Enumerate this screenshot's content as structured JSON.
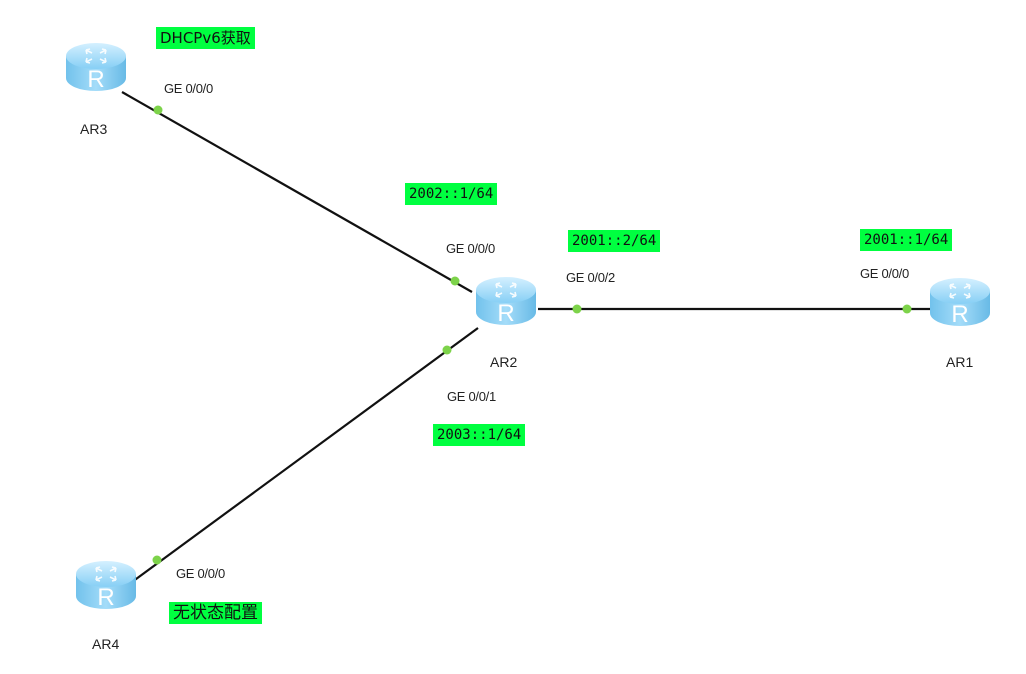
{
  "diagram": {
    "devices": [
      {
        "id": "AR1",
        "label": "AR1"
      },
      {
        "id": "AR2",
        "label": "AR2"
      },
      {
        "id": "AR3",
        "label": "AR3"
      },
      {
        "id": "AR4",
        "label": "AR4"
      }
    ],
    "interfaces": {
      "ar3_ge000": "GE 0/0/0",
      "ar2_ge000": "GE 0/0/0",
      "ar2_ge002": "GE 0/0/2",
      "ar2_ge001": "GE 0/0/1",
      "ar1_ge000": "GE 0/0/0",
      "ar4_ge000": "GE 0/0/0"
    },
    "notes": {
      "ar3_mode": "DHCPv6获取",
      "ar2_ge000_addr": "2002::1/64",
      "ar2_ge002_addr": "2001::2/64",
      "ar1_ge000_addr": "2001::1/64",
      "ar2_ge001_addr": "2003::1/64",
      "ar4_mode": "无状态配置"
    },
    "links": [
      {
        "from": "AR3",
        "to": "AR2",
        "from_if": "GE 0/0/0",
        "to_if": "GE 0/0/0"
      },
      {
        "from": "AR2",
        "to": "AR1",
        "from_if": "GE 0/0/2",
        "to_if": "GE 0/0/0"
      },
      {
        "from": "AR2",
        "to": "AR4",
        "from_if": "GE 0/0/1",
        "to_if": "GE 0/0/0"
      }
    ],
    "colors": {
      "note_bg": "#00ff40",
      "port_dot": "#7dd34a",
      "link": "#111111",
      "router_body": "#8fd3f7"
    }
  }
}
